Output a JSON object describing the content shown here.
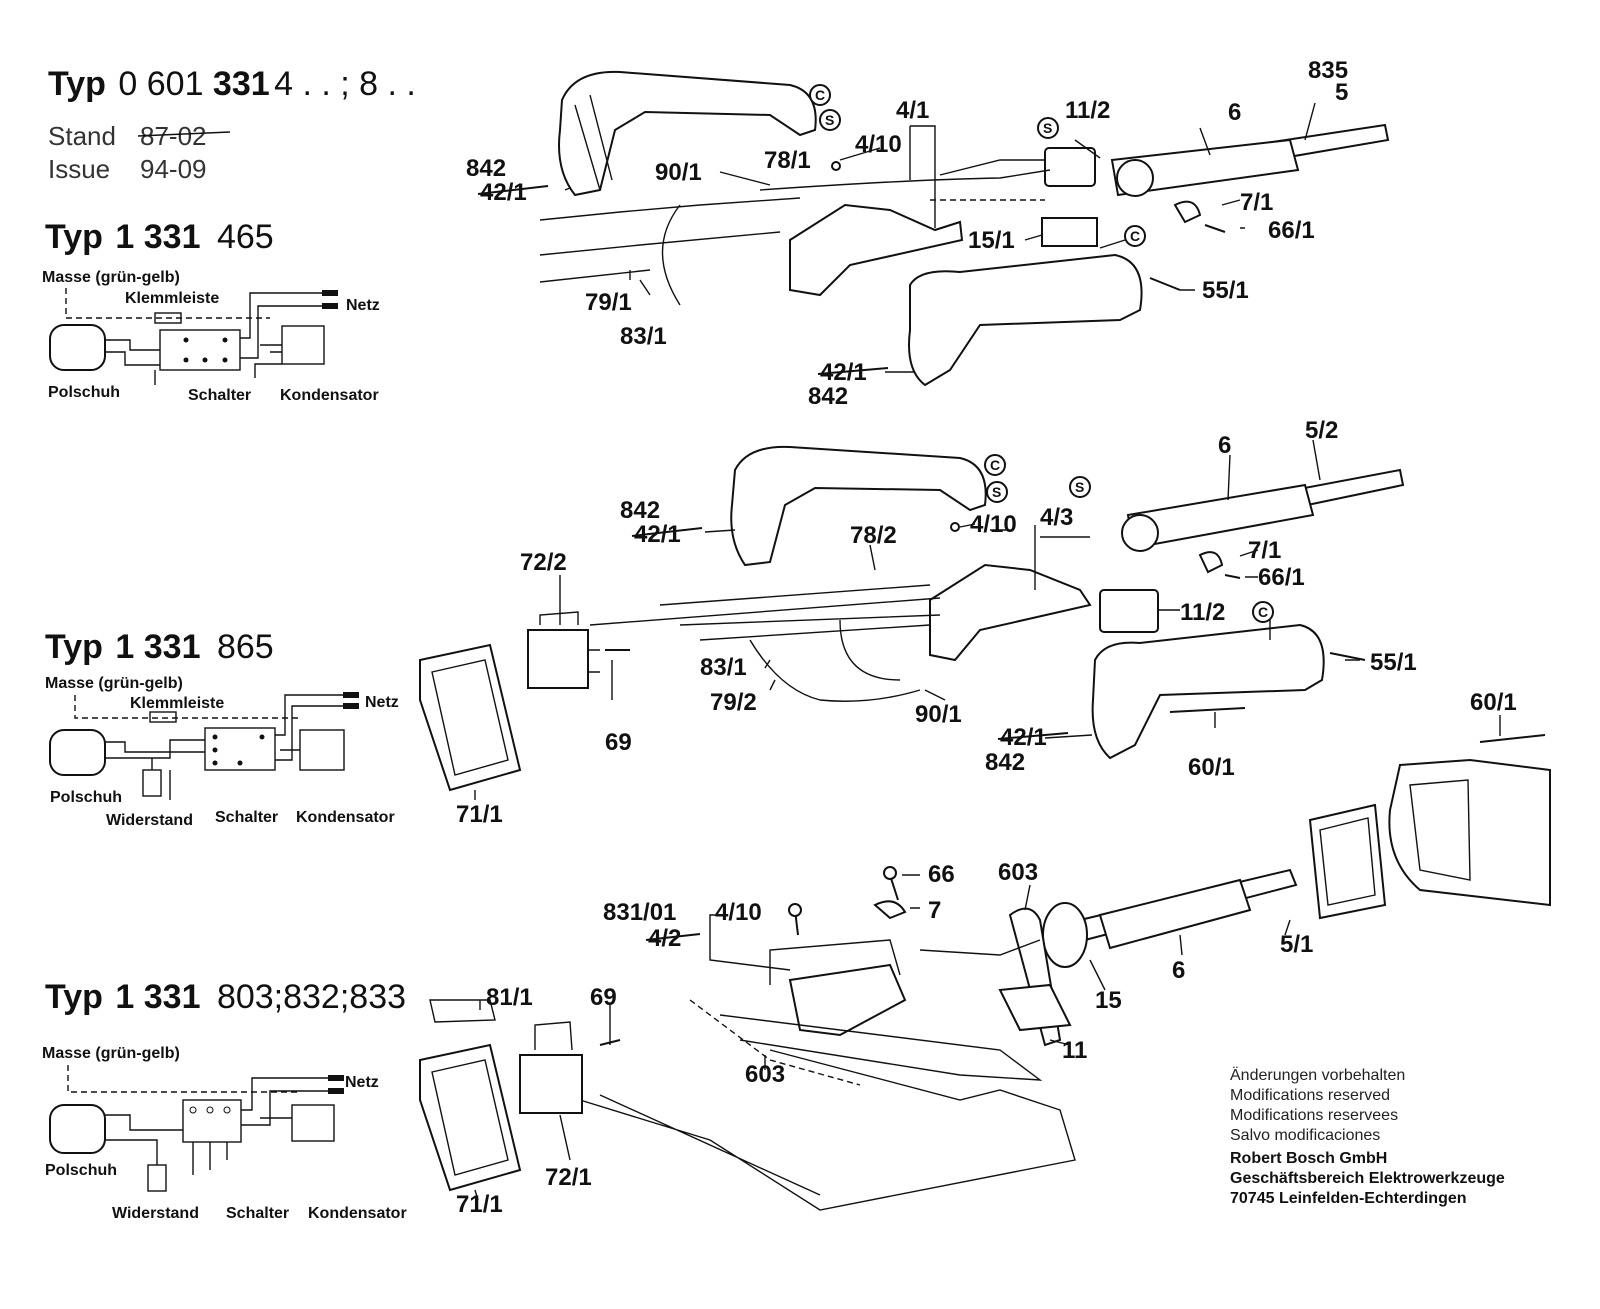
{
  "header": {
    "typ_word": "Typ",
    "typ_code_plain": "0 601 ",
    "typ_code_bold": "331",
    "typ_code_suffix": " 4 . . ; 8 . .",
    "stand_label": "Stand",
    "stand_value": "87-02",
    "issue_label": "Issue",
    "issue_value": "94-09"
  },
  "variants": [
    {
      "typ": "Typ",
      "model_bold": "1 331",
      "model_suffix": "465"
    },
    {
      "typ": "Typ",
      "model_bold": "1 331",
      "model_suffix": "865"
    },
    {
      "typ": "Typ",
      "model_bold": "1 331",
      "model_suffix": "803;832;833"
    }
  ],
  "wiring": {
    "masse": "Masse (grün-gelb)",
    "klemmleiste": "Klemmleiste",
    "netz": "Netz",
    "polschuh": "Polschuh",
    "schalter": "Schalter",
    "kondensator": "Kondensator",
    "widerstand": "Widerstand"
  },
  "parts_top": {
    "p835": "835",
    "p5": "5",
    "p11_2": "11/2",
    "p6": "6",
    "p4_1": "4/1",
    "p4_10": "4/10",
    "p842a": "842",
    "p42_1a": "42/1",
    "p90_1": "90/1",
    "p78_1": "78/1",
    "p7_1": "7/1",
    "p66_1": "66/1",
    "p15_1": "15/1",
    "p55_1": "55/1",
    "p79_1": "79/1",
    "p83_1": "83/1",
    "p42_1b": "42/1",
    "p842b": "842"
  },
  "parts_mid": {
    "p6": "6",
    "p5_2": "5/2",
    "p842a": "842",
    "p42_1a": "42/1",
    "p78_2": "78/2",
    "p4_10": "4/10",
    "p4_3": "4/3",
    "p7_1": "7/1",
    "p66_1": "66/1",
    "p72_2": "72/2",
    "p11_2": "11/2",
    "p55_1": "55/1",
    "p83_1": "83/1",
    "p79_2": "79/2",
    "p69": "69",
    "p90_1": "90/1",
    "p42_1b": "42/1",
    "p842b": "842",
    "p60_1a": "60/1",
    "p71_1": "71/1",
    "p60_1b": "60/1"
  },
  "parts_bot": {
    "p66": "66",
    "p603a": "603",
    "p831_01": "831/01",
    "p4_10": "4/10",
    "p7": "7",
    "p4_2": "4/2",
    "p5_1": "5/1",
    "p6": "6",
    "p81_1": "81/1",
    "p69": "69",
    "p15": "15",
    "p603b": "603",
    "p11": "11",
    "p72_1": "72/1",
    "p71_1": "71/1"
  },
  "symbols": {
    "c": "C",
    "s": "S"
  },
  "footer": {
    "line1": "Änderungen vorbehalten",
    "line2": "Modifications reserved",
    "line3": "Modifications reservees",
    "line4": "Salvo modificaciones",
    "company": "Robert Bosch GmbH",
    "division": "Geschäftsbereich Elektrowerkzeuge",
    "address": "70745 Leinfelden-Echterdingen"
  }
}
